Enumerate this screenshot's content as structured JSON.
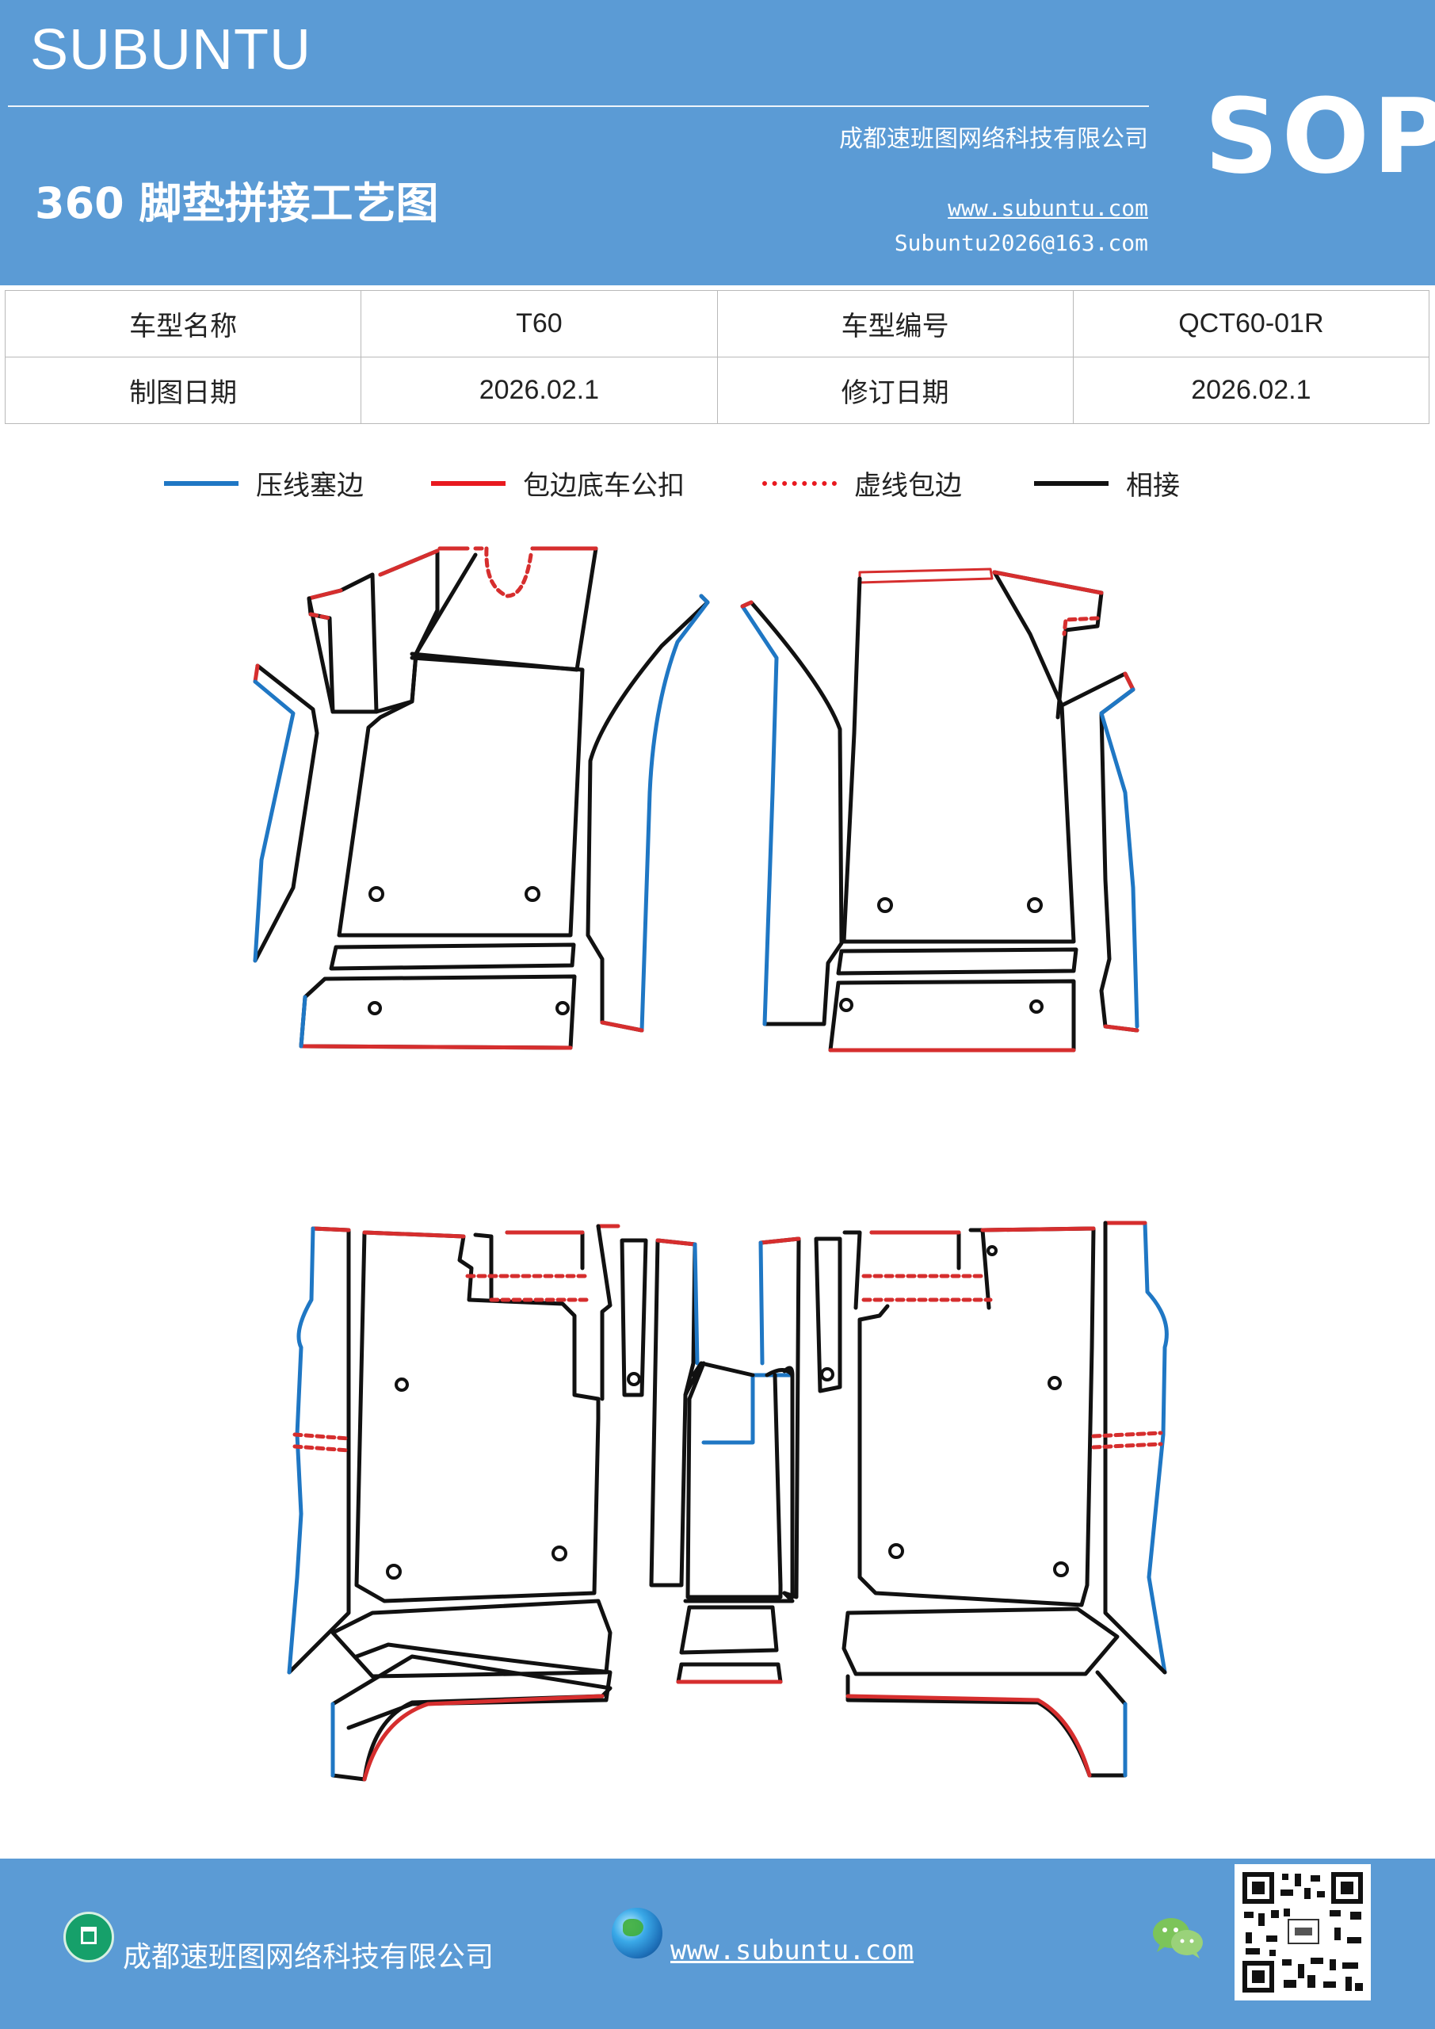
{
  "header": {
    "brand": "SUBUNTU",
    "company": "成都速班图网络科技有限公司",
    "title": "360 脚垫拼接工艺图",
    "url": "www.subuntu.com",
    "email": "Subuntu2026@163.com",
    "badge": "SOP",
    "bg_color": "#5b9bd5"
  },
  "info_table": {
    "row1": {
      "label1": "车型名称",
      "value1": "T60",
      "label2": "车型编号",
      "value2": "QCT60-01R"
    },
    "row2": {
      "label1": "制图日期",
      "value1": "2026.02.1",
      "label2": "修订日期",
      "value2": "2026.02.1"
    }
  },
  "legend": [
    {
      "label": "压线塞边",
      "color": "#1f77c4",
      "style": "solid"
    },
    {
      "label": "包边底车公扣",
      "color": "#e8191f",
      "style": "solid"
    },
    {
      "label": "虚线包边",
      "color": "#e8191f",
      "style": "dotted"
    },
    {
      "label": "相接",
      "color": "#111111",
      "style": "solid"
    }
  ],
  "footer": {
    "company": "成都速班图网络科技有限公司",
    "url": "www.subuntu.com",
    "icons": [
      "building-icon",
      "globe-icon",
      "wechat-icon",
      "qr-code"
    ]
  }
}
